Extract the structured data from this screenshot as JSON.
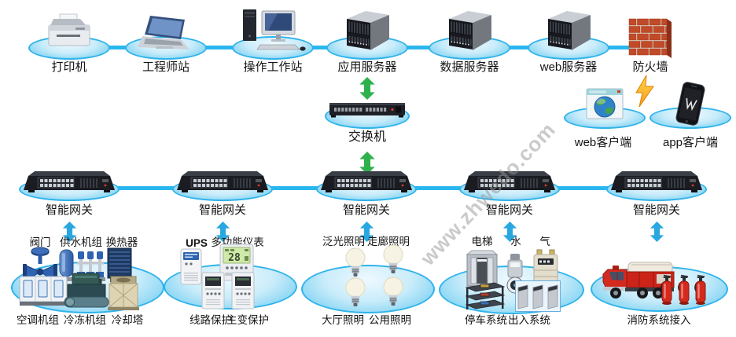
{
  "watermark": {
    "text": "www.zhwedo.com"
  },
  "top_row": {
    "nodes": [
      {
        "label": "打印机",
        "icon": "printer-icon"
      },
      {
        "label": "工程师站",
        "icon": "laptop-icon"
      },
      {
        "label": "操作工作站",
        "icon": "workstation-icon"
      },
      {
        "label": "应用服务器",
        "icon": "server-icon"
      },
      {
        "label": "数据服务器",
        "icon": "server-icon"
      },
      {
        "label": "web服务器",
        "icon": "server-icon"
      },
      {
        "label": "防火墙",
        "icon": "firewall-icon"
      }
    ]
  },
  "core": {
    "switch_label": "交换机"
  },
  "clients": [
    {
      "label": "web客户端",
      "icon": "browser-globe-icon"
    },
    {
      "label": "app客户端",
      "icon": "smartphone-icon"
    }
  ],
  "gateways": [
    {
      "label": "智能网关"
    },
    {
      "label": "智能网关"
    },
    {
      "label": "智能网关"
    },
    {
      "label": "智能网关"
    },
    {
      "label": "智能网关"
    }
  ],
  "groups": [
    {
      "name": "hvac-water",
      "top_labels": [
        "阀门",
        "供水机组",
        "换热器"
      ],
      "bottom_labels": [
        "空调机组",
        "冷冻机组",
        "冷却塔"
      ]
    },
    {
      "name": "power",
      "top_labels": [
        "UPS",
        "多功能仪表"
      ],
      "bottom_labels": [
        "线路保护",
        "主变保护"
      ],
      "meter_display": "28"
    },
    {
      "name": "lighting",
      "top_labels": [
        "泛光照明",
        "走廊照明"
      ],
      "bottom_labels": [
        "大厅照明",
        "公用照明"
      ]
    },
    {
      "name": "metering-access",
      "top_labels": [
        "电梯",
        "水",
        "气"
      ],
      "bottom_labels": [
        "停车系统",
        "出入系统"
      ]
    },
    {
      "name": "fire",
      "bottom_labels": [
        "消防系统接入"
      ]
    }
  ],
  "colors": {
    "connector": "#29b7ee",
    "disc_border": "#2fb3ea",
    "disc_fill_light": "#eef9fe",
    "disc_fill_deep": "#62c8f0",
    "arrow_green": "#2eb14d",
    "arrow_blue": "#29a8e0",
    "lightning_yellow": "#fdb813",
    "firewall_brick": "#c14a28",
    "label_text": "#141414",
    "watermark_gray": "#969696"
  }
}
